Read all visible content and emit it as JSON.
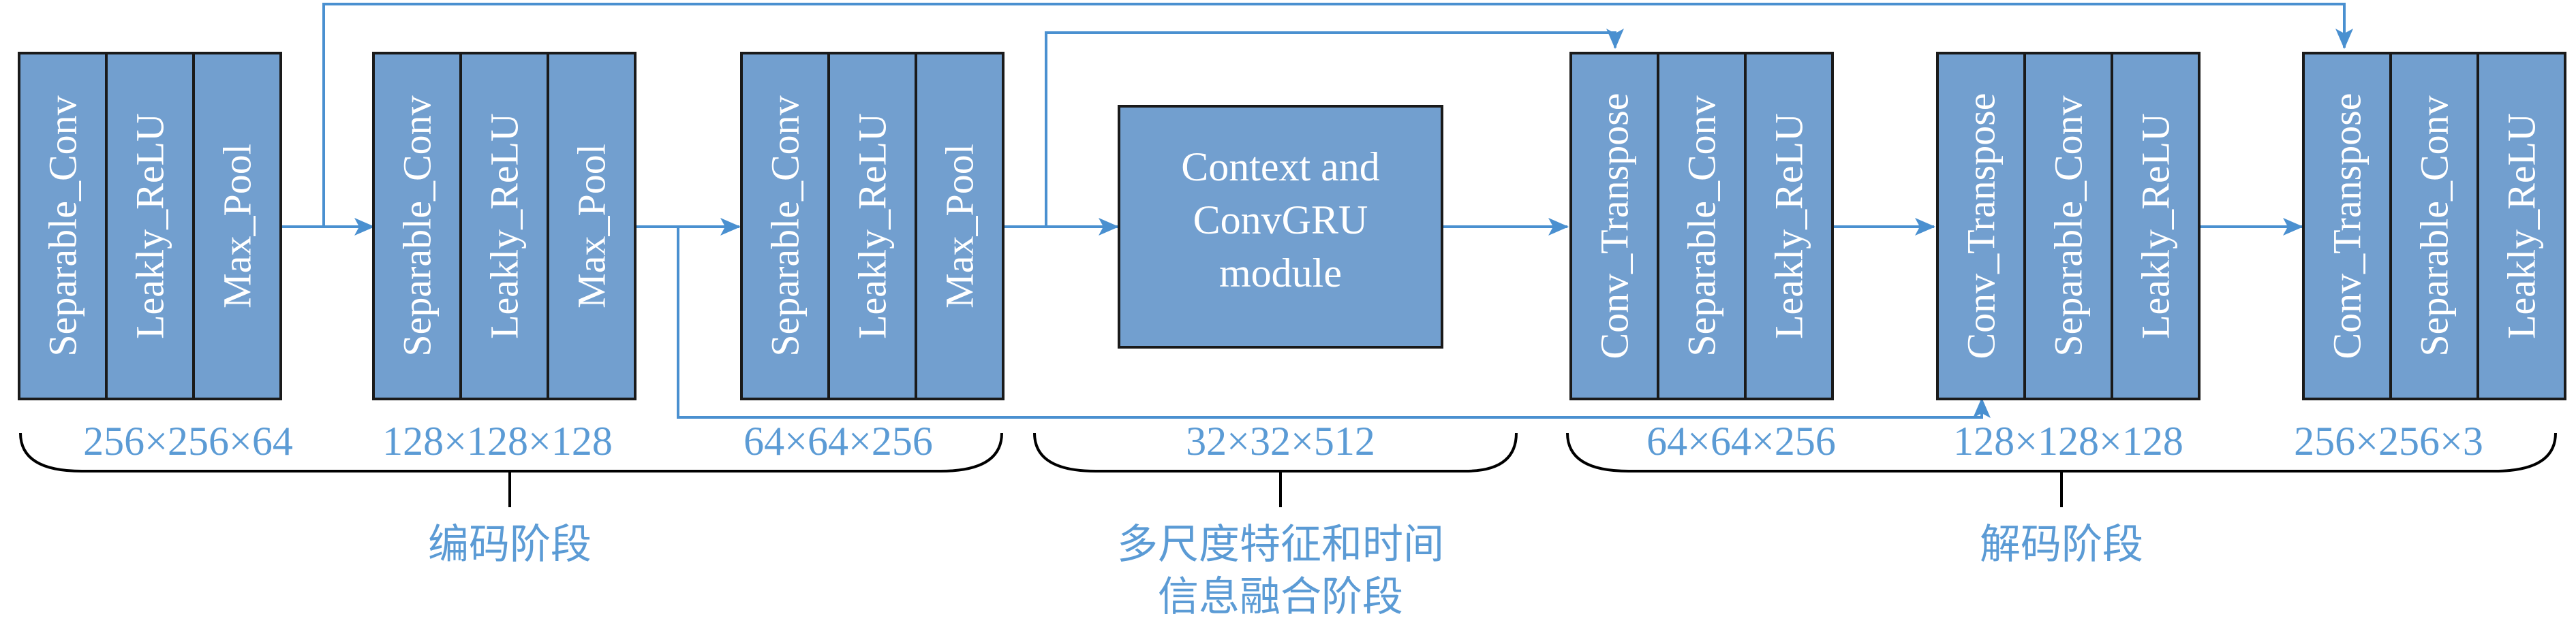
{
  "colors": {
    "block_fill": "#729fcf",
    "block_stroke": "#1a1a1a",
    "arrow": "#4a90d0",
    "label_text": "#5b9bd5",
    "brace": "#000000"
  },
  "blocks": [
    {
      "layers": [
        "Separable_Conv",
        "Leakly_ReLU",
        "Max_Pool"
      ],
      "dims": "256×256×64"
    },
    {
      "layers": [
        "Separable_Conv",
        "Leakly_ReLU",
        "Max_Pool"
      ],
      "dims": "128×128×128"
    },
    {
      "layers": [
        "Separable_Conv",
        "Leakly_ReLU",
        "Max_Pool"
      ],
      "dims": "64×64×256"
    },
    {
      "layers": [
        "Conv_Transpose",
        "Separable_Conv",
        "Leakly_ReLU"
      ],
      "dims": "64×64×256"
    },
    {
      "layers": [
        "Conv_Transpose",
        "Separable_Conv",
        "Leakly_ReLU"
      ],
      "dims": "128×128×128"
    },
    {
      "layers": [
        "Conv_Transpose",
        "Separable_Conv",
        "Leakly_ReLU"
      ],
      "dims": "256×256×3"
    }
  ],
  "module": {
    "lines": [
      "Context and",
      "ConvGRU",
      "module"
    ],
    "dims": "32×32×512"
  },
  "stages": {
    "encoder": [
      "编码阶段"
    ],
    "fusion": [
      "多尺度特征和时间",
      "信息融合阶段"
    ],
    "decoder": [
      "解码阶段"
    ]
  }
}
